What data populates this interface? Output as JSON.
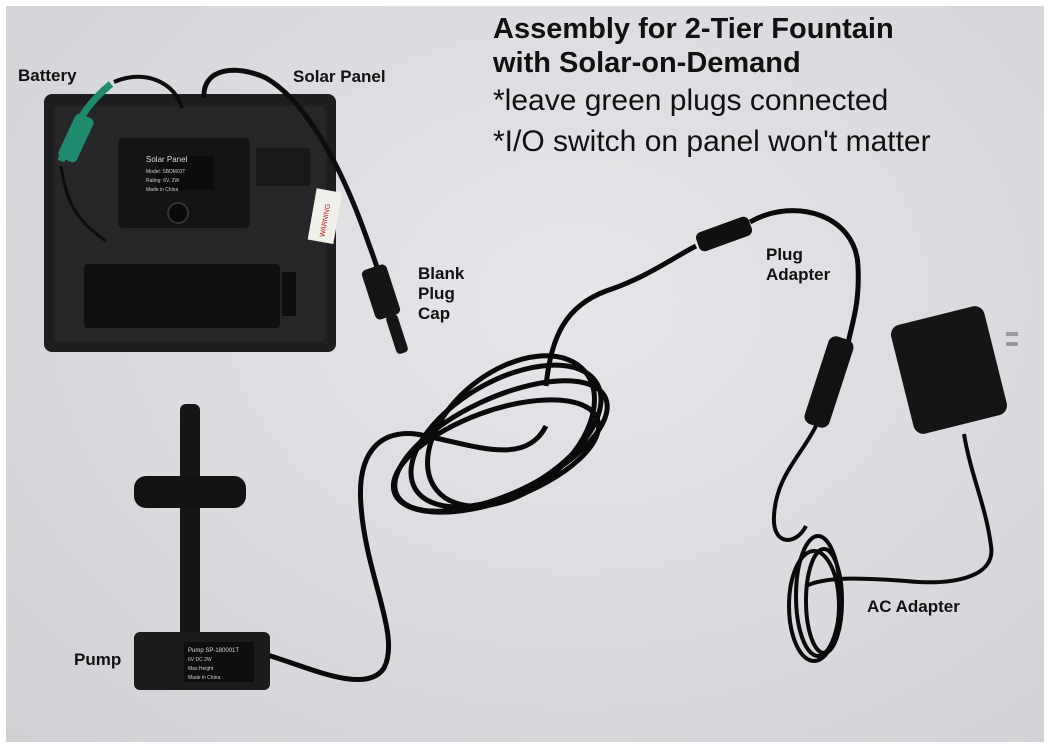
{
  "heading": {
    "line1": "Assembly for 2-Tier Fountain",
    "line2": "with Solar-on-Demand",
    "note1": "*leave green plugs connected",
    "note2": "*I/O switch on panel won't matter"
  },
  "labels": {
    "battery": "Battery",
    "solar_panel": "Solar Panel",
    "blank_plug_cap": [
      "Blank",
      "Plug",
      "Cap"
    ],
    "plug_adapter": [
      "Plug",
      "Adapter"
    ],
    "ac_adapter": "AC Adapter",
    "pump": "Pump"
  },
  "product_text": {
    "panel_sticker": [
      "Solar Panel",
      "Model: SBDM03T",
      "Rating: 6V, 2W",
      "Made in China"
    ],
    "warning_tag": "WARNING",
    "pump_sticker": [
      "Pump SP-180001T",
      "6V DC  2W",
      "Max.Height",
      "Made in China"
    ]
  },
  "colors": {
    "background": "#dcdee1",
    "device": "#1b1b1c",
    "cable": "#0d0d0d",
    "green_plug": "#1f8a6e",
    "text": "#111111"
  }
}
